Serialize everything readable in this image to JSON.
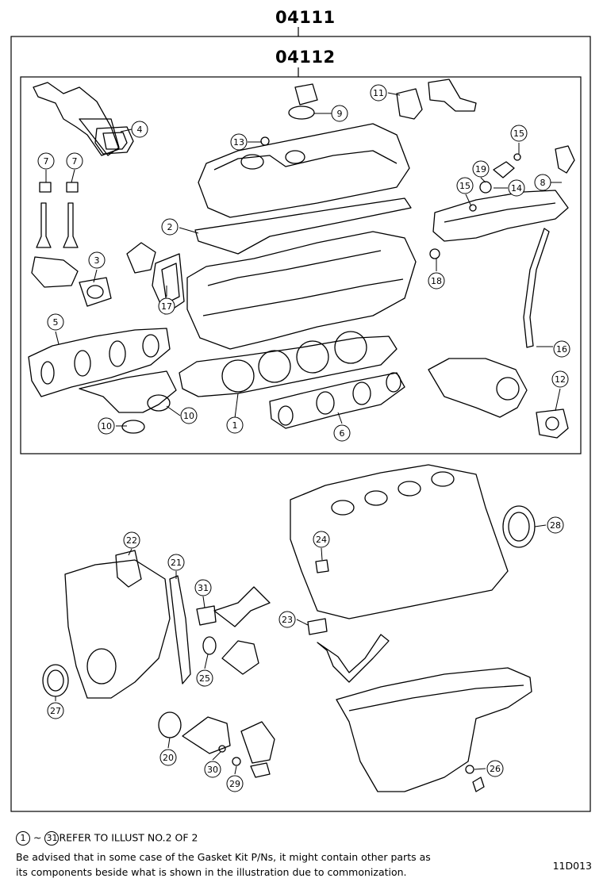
{
  "assembly": {
    "outer_code": "04111",
    "inner_code": "04112"
  },
  "callouts": [
    "1",
    "2",
    "3",
    "4",
    "5",
    "6",
    "7",
    "7",
    "8",
    "9",
    "10",
    "10",
    "11",
    "12",
    "13",
    "14",
    "15",
    "15",
    "16",
    "17",
    "18",
    "19",
    "20",
    "21",
    "22",
    "23",
    "24",
    "25",
    "26",
    "27",
    "28",
    "29",
    "30",
    "31"
  ],
  "footer": {
    "range_from": "1",
    "range_sep": "~",
    "range_to": "31",
    "refer_text": "REFER TO ILLUST NO.2 OF 2",
    "note_line1": "Be advised that in some case of the Gasket Kit P/Ns,  it might contain other parts as",
    "note_line2": "its components beside what is shown in the illustration due to commonization.",
    "drawing_id": "11D013"
  }
}
